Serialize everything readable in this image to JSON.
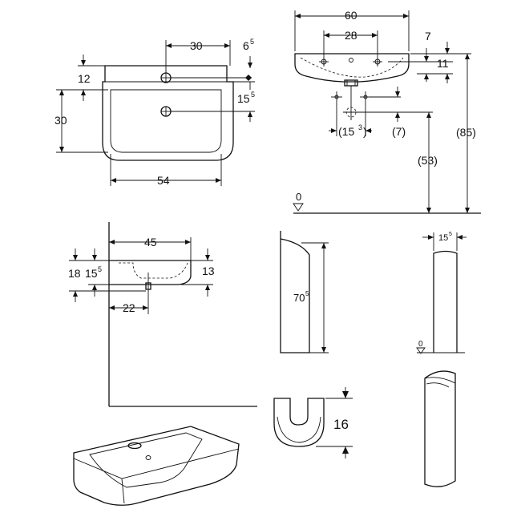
{
  "views": {
    "top_view": {
      "dims": {
        "hole_offset": "30",
        "edge_gap": "6",
        "edge_gap_sup": "5",
        "tap_depth": "12",
        "waste_depth": "15",
        "waste_depth_sup": "5",
        "bowl_depth": "30",
        "bowl_width": "54"
      }
    },
    "front_view": {
      "dims": {
        "overall_width": "60",
        "fixing_spacing": "28",
        "rim_top": "7",
        "rim_height": "11",
        "waste_offset": "(15",
        "waste_offset_sup": "3",
        "waste_offset_close": ")",
        "waste_center": "(7)",
        "waste_height": "(53)",
        "rim_height_floor": "(85)",
        "floor_level": "0"
      }
    },
    "side_view": {
      "dims": {
        "projection": "45",
        "depth_total": "18",
        "depth_inner": "15",
        "depth_inner_sup": "5",
        "front_height": "13",
        "waste_distance": "22"
      }
    },
    "pedestal_side": {
      "dims": {
        "height": "70",
        "height_sup": "5"
      }
    },
    "pedestal_front": {
      "dims": {
        "width": "15",
        "width_sup": "5",
        "floor_level": "0"
      }
    },
    "pedestal_section": {
      "dims": {
        "depth": "16"
      }
    }
  }
}
